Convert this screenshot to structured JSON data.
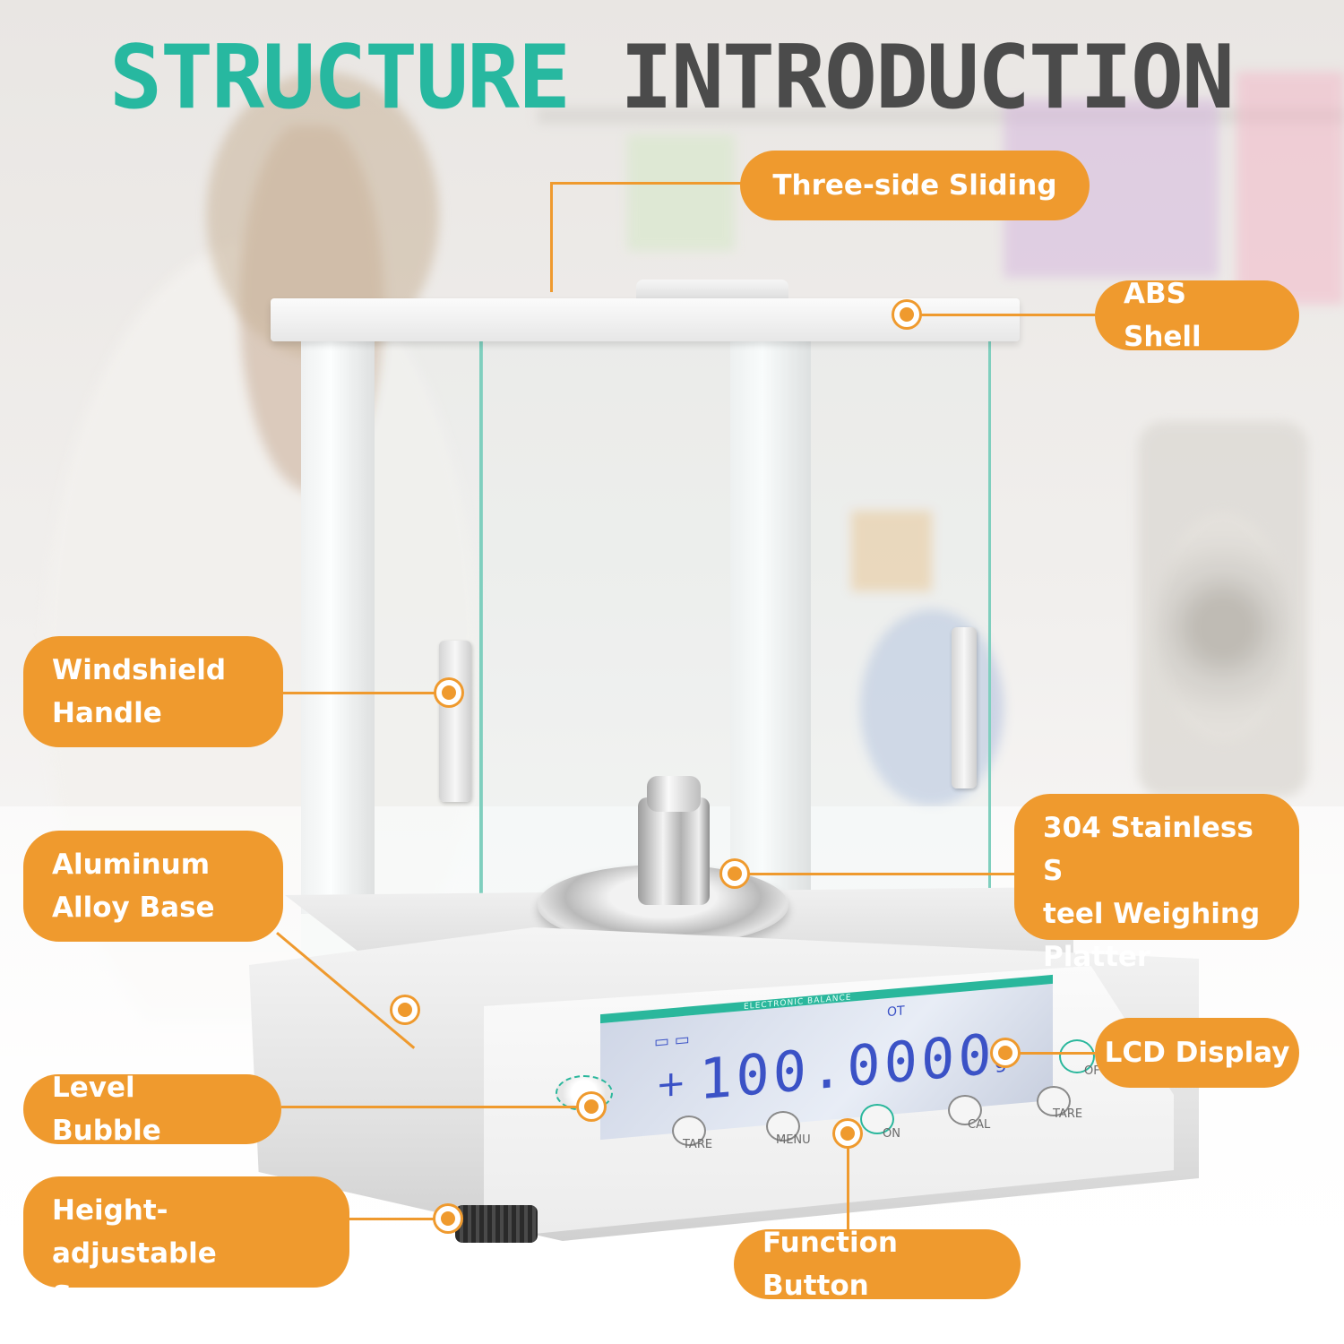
{
  "title": {
    "part1": "STRUCTURE",
    "part2": "INTRODUCTION"
  },
  "colors": {
    "title_accent": "#27b8a0",
    "title_dark": "#4b4b4b",
    "callout_orange": "#ef9a2e",
    "lcd_digits": "#3b52c6"
  },
  "callouts": {
    "three_side_sliding": "Three-side Sliding",
    "abs_shell": "ABS Shell",
    "windshield_handle_line1": "Windshield",
    "windshield_handle_line2": "Handle",
    "aluminum_base_line1": "Aluminum",
    "aluminum_base_line2": "Alloy Base",
    "platter_line1": "304 Stainless S",
    "platter_line2": "teel Weighing",
    "platter_line3": "Platter",
    "lcd_display": "LCD Display",
    "level_bubble": "Level Bubble",
    "screws_line1": "Height-adjustable",
    "screws_line2": "Screws",
    "function_button": "Function Button"
  },
  "device": {
    "lcd_banner": "ELECTRONIC BALANCE",
    "reading_sign": "+",
    "reading": "100.0000",
    "unit": "g",
    "lcd_indicator": "OT",
    "buttons": [
      {
        "label": "TARE",
        "icon": "refresh-icon"
      },
      {
        "label": "MENU",
        "icon": "grid-icon"
      },
      {
        "label": "ON",
        "icon": "power-icon"
      },
      {
        "label": "CAL",
        "icon": "target-icon"
      },
      {
        "label": "TARE",
        "icon": "refresh-icon"
      }
    ],
    "right_button_label": "OF"
  }
}
